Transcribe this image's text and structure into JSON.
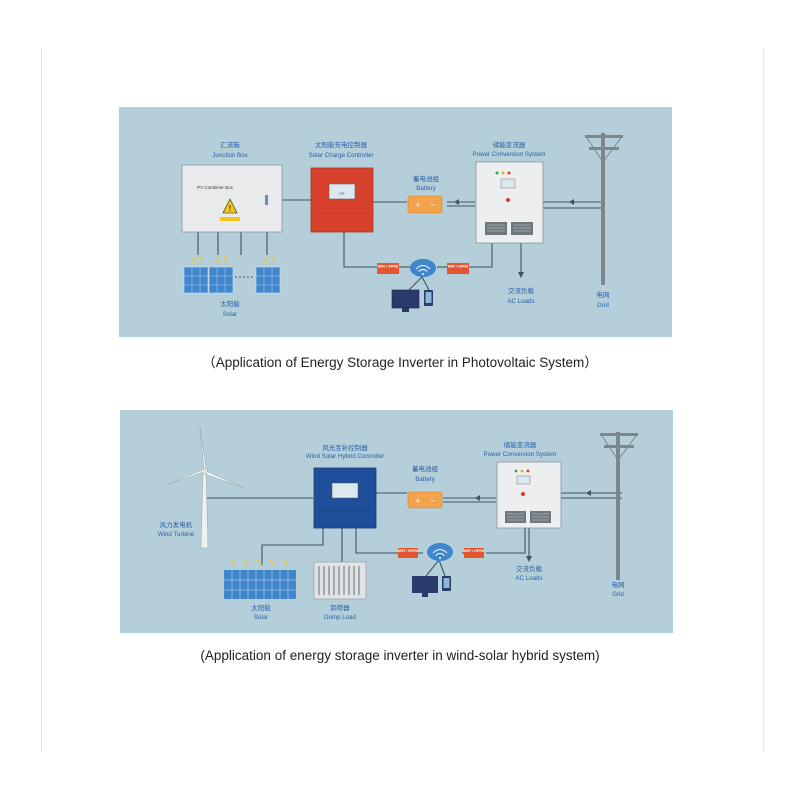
{
  "diagram1": {
    "caption": "（Application of Energy Storage Inverter in Photovoltaic System）",
    "junction_box": {
      "zh": "汇流箱",
      "en": "Junction Box",
      "device_text": "PV Combiner Box"
    },
    "charge_controller": {
      "zh": "太阳能充电控制器",
      "en": "Solar Charge Controller"
    },
    "battery": {
      "zh": "蓄电池组",
      "en": "Battery"
    },
    "pcs": {
      "zh": "储能变流器",
      "en": "Power Conversion System"
    },
    "solar": {
      "zh": "太阳能",
      "en": "Solar"
    },
    "ac_loads": {
      "zh": "交流负载",
      "en": "AC Loads"
    },
    "grid": {
      "zh": "电网",
      "en": "Grid"
    },
    "wifi_label": "WiFi / GPRS"
  },
  "diagram2": {
    "caption": "(Application of energy storage inverter in wind-solar hybrid system)",
    "controller": {
      "zh": "风光互补控制器",
      "en": "Wind Solar Hybrid Controller"
    },
    "battery": {
      "zh": "蓄电池组",
      "en": "Battery"
    },
    "pcs": {
      "zh": "储能变流器",
      "en": "Power Conversion System"
    },
    "wind": {
      "zh": "风力发电机",
      "en": "Wind Turbine"
    },
    "solar": {
      "zh": "太阳能",
      "en": "Solar"
    },
    "dump_load": {
      "zh": "卸荷器",
      "en": "Dump Load"
    },
    "ac_loads": {
      "zh": "交流负载",
      "en": "AC Loads"
    },
    "grid": {
      "zh": "电网",
      "en": "Grid"
    },
    "wifi_label": "WiFi / GPRS"
  },
  "colors": {
    "panel_bg": "#b4cfd9",
    "label_blue": "#2a5ea8",
    "controller_red": "#d7402b",
    "controller_blue": "#1f4f9a",
    "battery_orange": "#f2a24a",
    "solar_blue": "#3f86cc"
  }
}
